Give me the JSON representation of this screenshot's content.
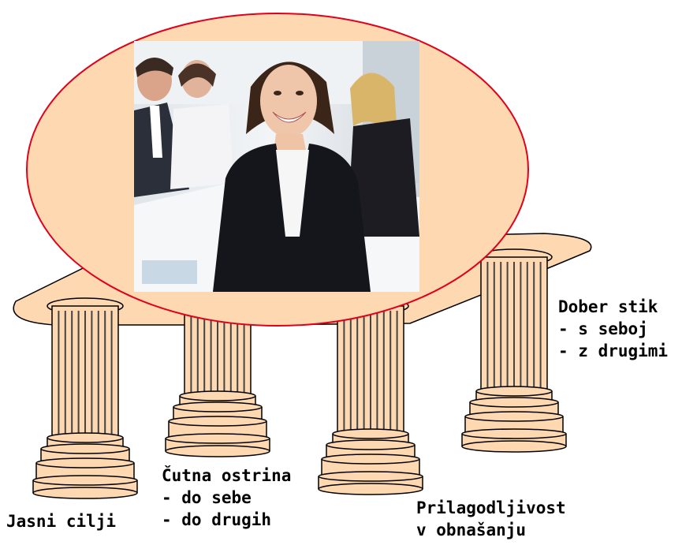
{
  "diagram": {
    "pillars": [
      {
        "lines": [
          "Jasni cilji"
        ]
      },
      {
        "lines": [
          "Čutna ostrina",
          "- do sebe",
          "- do drugih"
        ]
      },
      {
        "lines": [
          "Prilagodljivost",
          "v obnašanju"
        ]
      },
      {
        "lines": [
          "Dober stik",
          "- s seboj",
          "- z drugimi"
        ]
      }
    ],
    "colors": {
      "platform_fill": "#fdd8b0",
      "ellipse_fill": "#fdd8b0",
      "ellipse_stroke": "#e0001a",
      "pillar_fill": "#fdd8b0",
      "pillar_stroke": "#000000"
    },
    "photo": {
      "description_icon": "business-team-photo"
    }
  }
}
